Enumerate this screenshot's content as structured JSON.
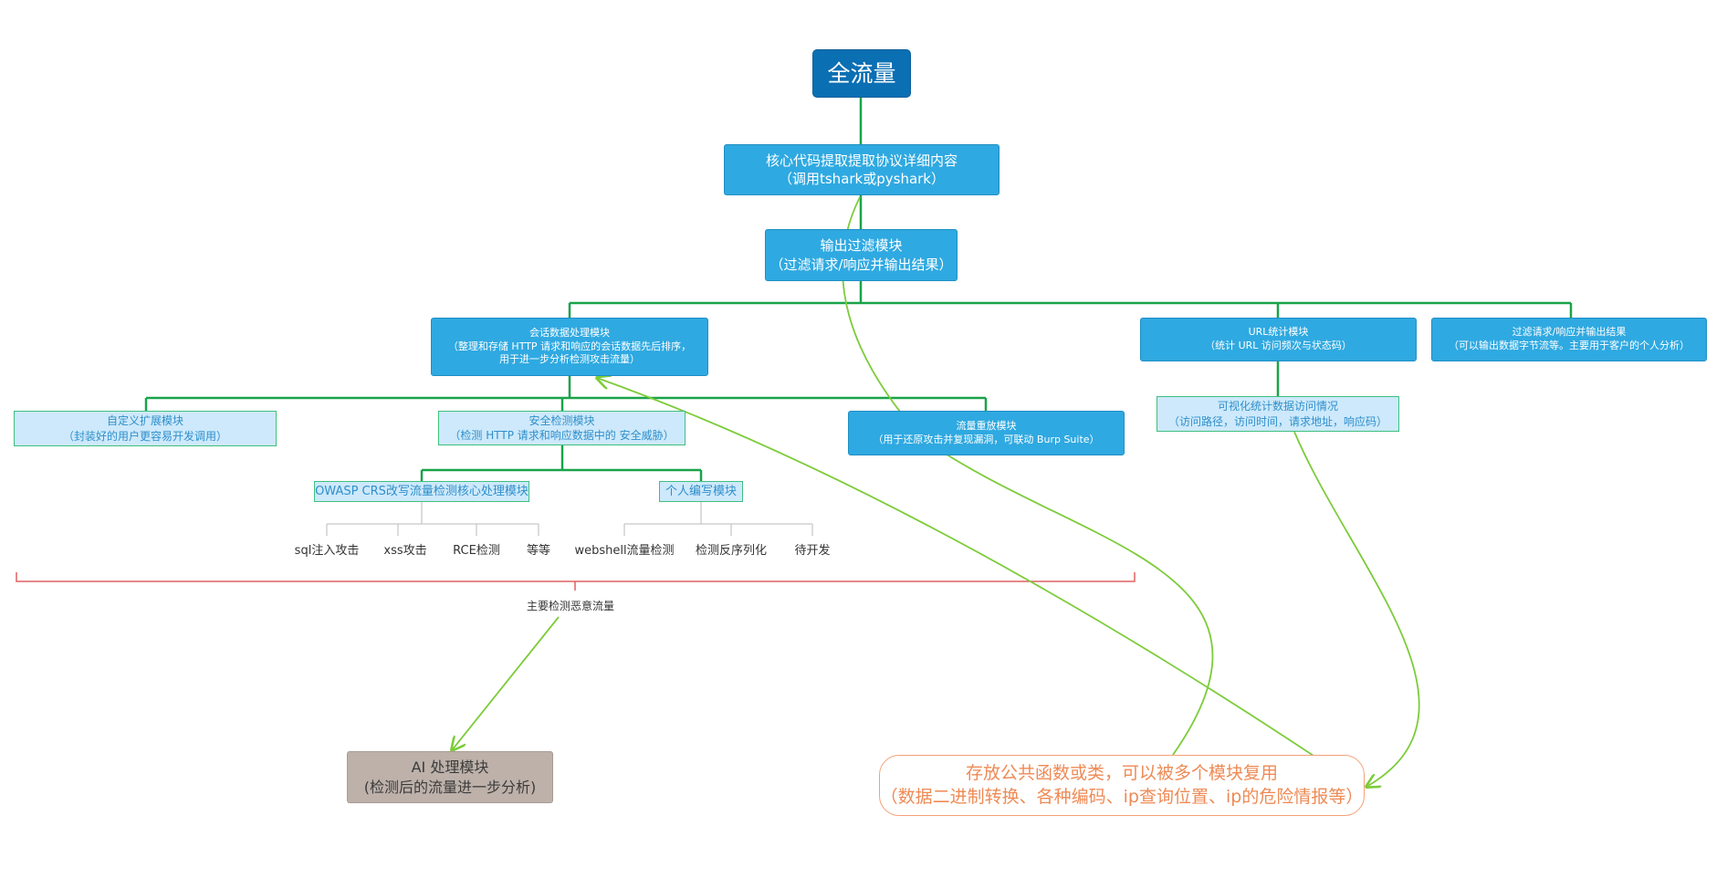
{
  "root": {
    "label": "全流量"
  },
  "core": {
    "line1": "核心代码提取提取协议详细内容",
    "line2": "（调用tshark或pyshark）"
  },
  "filter": {
    "line1": "输出过滤模块",
    "line2": "（过滤请求/响应并输出结果）"
  },
  "session": {
    "line1": "会话数据处理模块",
    "line2": "（整理和存储 HTTP 请求和响应的会话数据先后排序，",
    "line3": "用于进一步分析检测攻击流量）"
  },
  "url_stats": {
    "line1": "URL统计模块",
    "line2": "（统计 URL 访问频次与状态码）"
  },
  "filter2": {
    "line1": "过滤请求/响应并输出结果",
    "line2": "（可以输出数据字节流等。主要用于客户的个人分析）"
  },
  "custom_ext": {
    "line1": "自定义扩展模块",
    "line2": "（封装好的用户更容易开发调用）"
  },
  "security": {
    "line1": "安全检测模块",
    "line2": "（检测 HTTP 请求和响应数据中的 安全威胁）"
  },
  "replay": {
    "line1": "流量重放模块",
    "line2": "（用于还原攻击并复现漏洞，可联动 Burp Suite）"
  },
  "visual": {
    "line1": "可视化统计数据访问情况",
    "line2": "（访问路径，访问时间，请求地址，响应码）"
  },
  "owasp": {
    "label": "OWASP CRS改写流量检测核心处理模块"
  },
  "personal": {
    "label": "个人编写模块"
  },
  "owasp_leaves": [
    "sql注入攻击",
    "xss攻击",
    "RCE检测",
    "等等"
  ],
  "personal_leaves": [
    "webshell流量检测",
    "检测反序列化",
    "待开发"
  ],
  "brace_label": "主要检测恶意流量",
  "ai": {
    "line1": "AI 处理模块",
    "line2": "(检测后的流量进一步分析)"
  },
  "common": {
    "line1": "存放公共函数或类，可以被多个模块复用",
    "line2": "（数据二进制转换、各种编码、ip查询位置、ip的危险情报等）"
  },
  "colors": {
    "root": "#0b6fb3",
    "primary_node": "#2fa9e1",
    "secondary_node": "#cde9fb",
    "tree_line": "#1aa34a",
    "leaf_line": "#c8c8c8",
    "brace": "#e06060",
    "arrow": "#7ccc3a",
    "ai_node": "#bdb1aa",
    "common_border": "#f4a178",
    "common_text": "#ee8a55"
  }
}
